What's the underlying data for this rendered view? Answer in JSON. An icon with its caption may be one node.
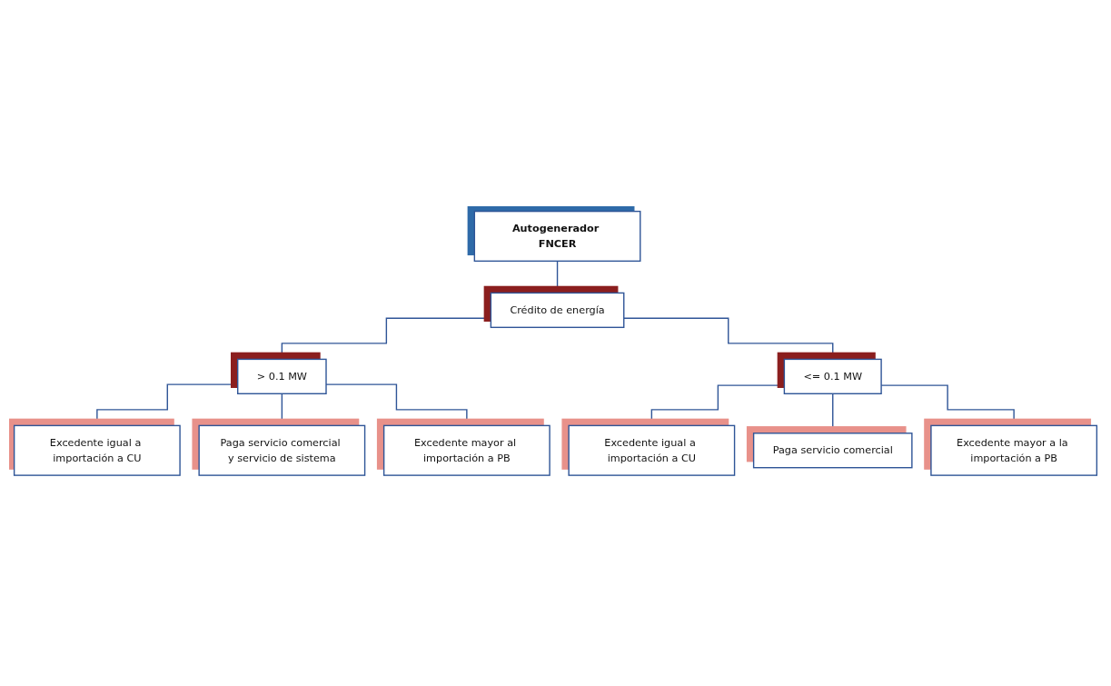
{
  "diagram": {
    "nodes": [
      {
        "text": [
          "Autogenerador FNCER"
        ]
      },
      {
        "text": [
          "Crédito de energía"
        ]
      },
      {
        "text": [
          "> 0.1 MW"
        ]
      },
      {
        "text": [
          "<= 0.1 MW"
        ]
      },
      {
        "text": [
          "Excedente igual a importación a CU"
        ]
      },
      {
        "text": [
          "Paga servicio comercial y servicio de sistema"
        ]
      },
      {
        "text": [
          "Excedente mayor al importación a PB"
        ]
      },
      {
        "text": [
          "Excedente igual a importación a CU"
        ]
      },
      {
        "text": [
          "Paga servicio comercial"
        ]
      },
      {
        "text": [
          "Excedente mayor a la importación a PB"
        ]
      }
    ],
    "edges": [
      {
        "from": 0,
        "to": 1,
        "arrow": "none"
      },
      {
        "from": 1,
        "to": 2,
        "arrow": "none"
      },
      {
        "from": 1,
        "to": 3,
        "arrow": "none"
      },
      {
        "from": 2,
        "to": 4,
        "arrow": "none"
      },
      {
        "from": 2,
        "to": 5,
        "arrow": "none"
      },
      {
        "from": 2,
        "to": 6,
        "arrow": "none"
      },
      {
        "from": 3,
        "to": 7,
        "arrow": "none"
      },
      {
        "from": 3,
        "to": 8,
        "arrow": "none"
      },
      {
        "from": 3,
        "to": 9,
        "arrow": "none"
      }
    ]
  }
}
